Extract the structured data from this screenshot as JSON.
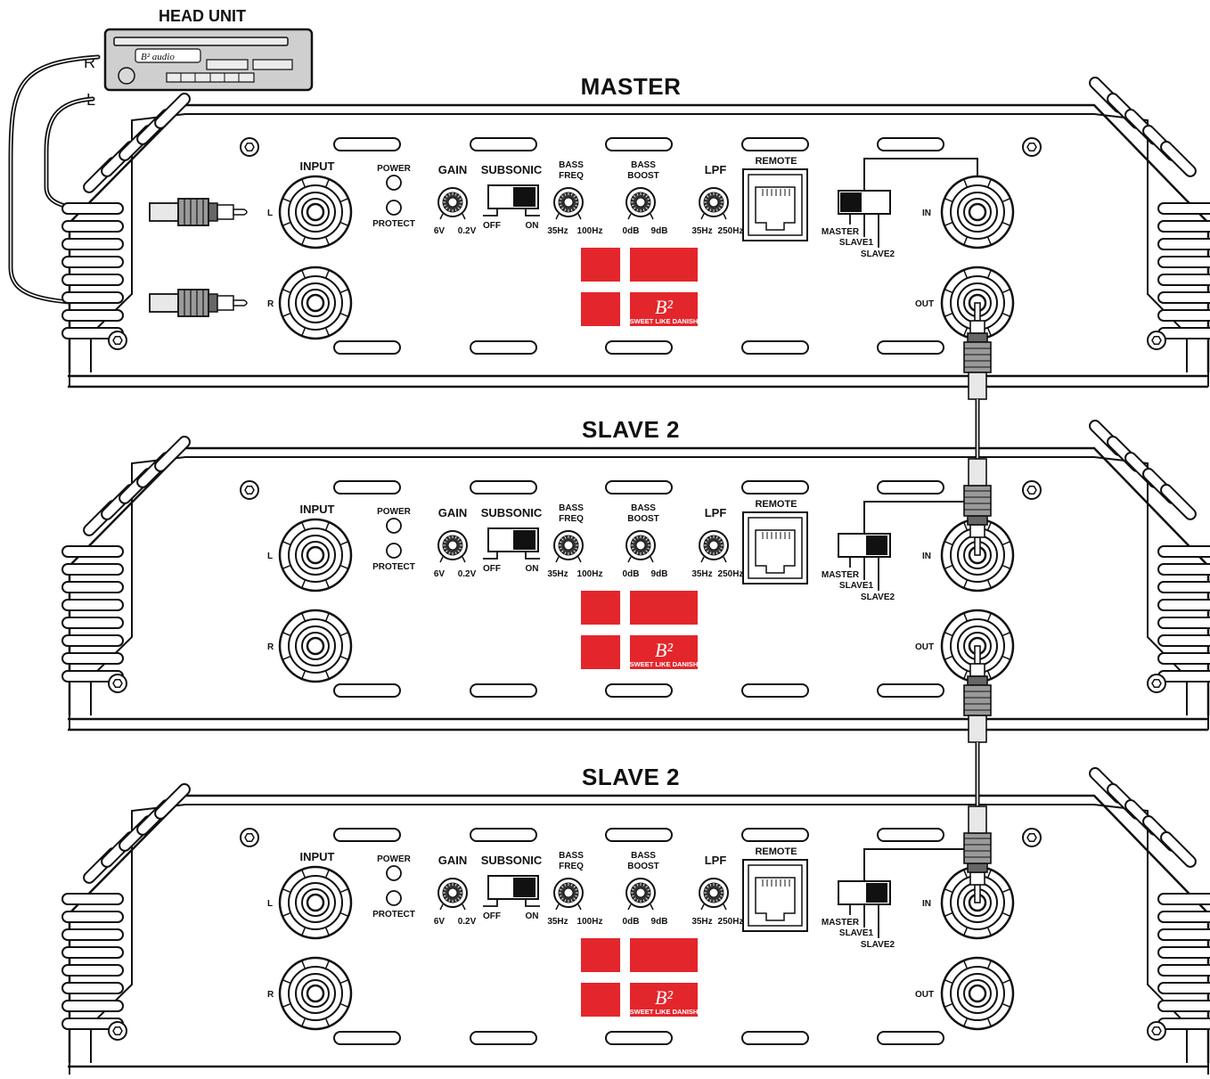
{
  "head_unit": {
    "title": "HEAD UNIT",
    "brand": "B² audio",
    "out_r": "R",
    "out_l": "L"
  },
  "amps": [
    {
      "title": "MASTER",
      "mode_switch_pos": "MASTER",
      "in_connected": false,
      "out_connected": true,
      "input_connected": true
    },
    {
      "title": "SLAVE 2",
      "mode_switch_pos": "SLAVE2",
      "in_connected": true,
      "out_connected": true,
      "input_connected": false
    },
    {
      "title": "SLAVE 2",
      "mode_switch_pos": "SLAVE2",
      "in_connected": true,
      "out_connected": false,
      "input_connected": false
    }
  ],
  "panel": {
    "input": "INPUT",
    "l": "L",
    "r": "R",
    "power": "POWER",
    "protect": "PROTECT",
    "gain": "GAIN",
    "gain_min": "6V",
    "gain_max": "0.2V",
    "subsonic": "SUBSONIC",
    "off": "OFF",
    "on": "ON",
    "bass_freq_1": "BASS",
    "bass_freq_2": "FREQ",
    "freq_min": "35Hz",
    "freq_max": "100Hz",
    "bass_boost_1": "BASS",
    "bass_boost_2": "BOOST",
    "boost_min": "0dB",
    "boost_max": "9dB",
    "lpf": "LPF",
    "lpf_min": "35Hz",
    "lpf_max": "250Hz",
    "remote": "REMOTE",
    "master": "MASTER",
    "slave1": "SLAVE1",
    "slave2": "SLAVE2",
    "in": "IN",
    "out": "OUT",
    "logo_text": "SWEET LIKE DANISH",
    "logo_mark": "B²"
  },
  "colors": {
    "accent_red": "#E3262C",
    "line": "#111111",
    "unit_fill": "#cfcfcf"
  }
}
